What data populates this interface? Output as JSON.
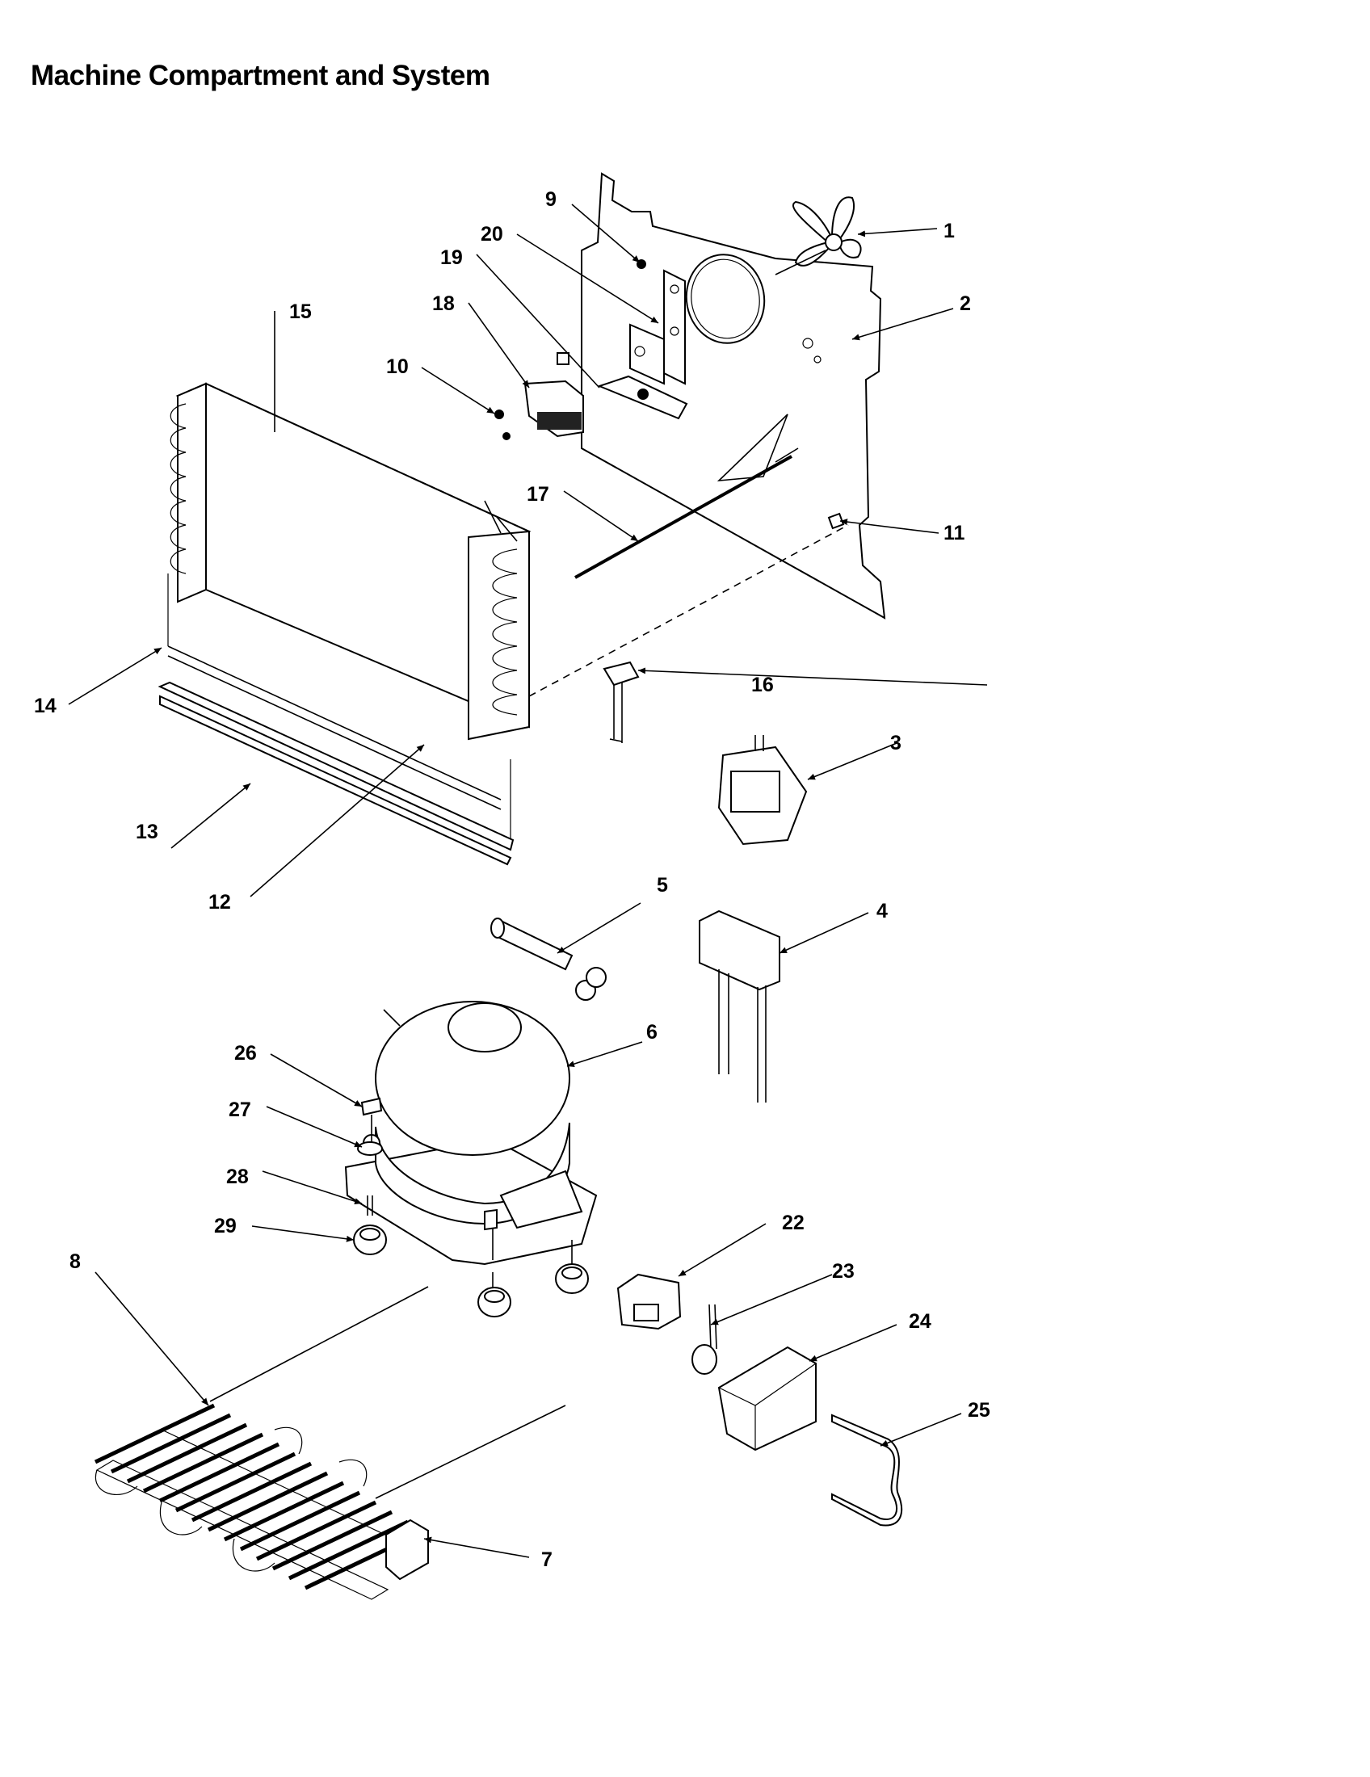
{
  "title": "Machine Compartment and System",
  "callouts": [
    "1",
    "2",
    "3",
    "4",
    "5",
    "6",
    "7",
    "8",
    "9",
    "10",
    "11",
    "12",
    "13",
    "14",
    "15",
    "16",
    "17",
    "18",
    "19",
    "20",
    "22",
    "23",
    "24",
    "25",
    "26",
    "27",
    "28",
    "29"
  ],
  "icons": [
    "fan-blade",
    "back-panel",
    "relay",
    "capacitor",
    "drier",
    "compressor",
    "condenser-coil",
    "grommet",
    "screw",
    "tube"
  ]
}
